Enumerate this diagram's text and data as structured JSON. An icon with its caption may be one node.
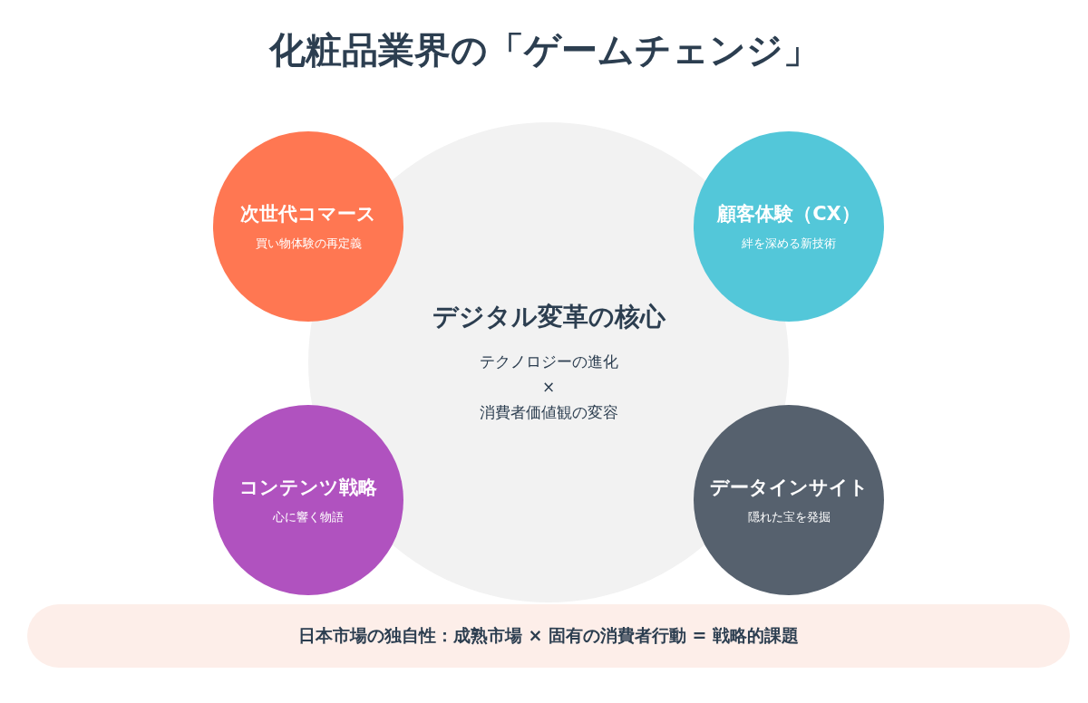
{
  "diagram": {
    "title": "化粧品業界の「ゲームチェンジ」",
    "nodes": [
      {
        "text": [
          "デジタル変革の核心",
          "テクノロジーの進化",
          "×",
          "消費者価値観の変容"
        ]
      },
      {
        "text": [
          "次世代コマース",
          "買い物体験の再定義"
        ]
      },
      {
        "text": [
          "顧客体験（CX）",
          "絆を深める新技術"
        ]
      },
      {
        "text": [
          "コンテンツ戦略",
          "心に響く物語"
        ]
      },
      {
        "text": [
          "データインサイト",
          "隠れた宝を発掘"
        ]
      },
      {
        "text": [
          "日本市場の独自性：成熟市場 × 固有の消費者行動 = 戦略的課題"
        ]
      }
    ],
    "edges": []
  }
}
